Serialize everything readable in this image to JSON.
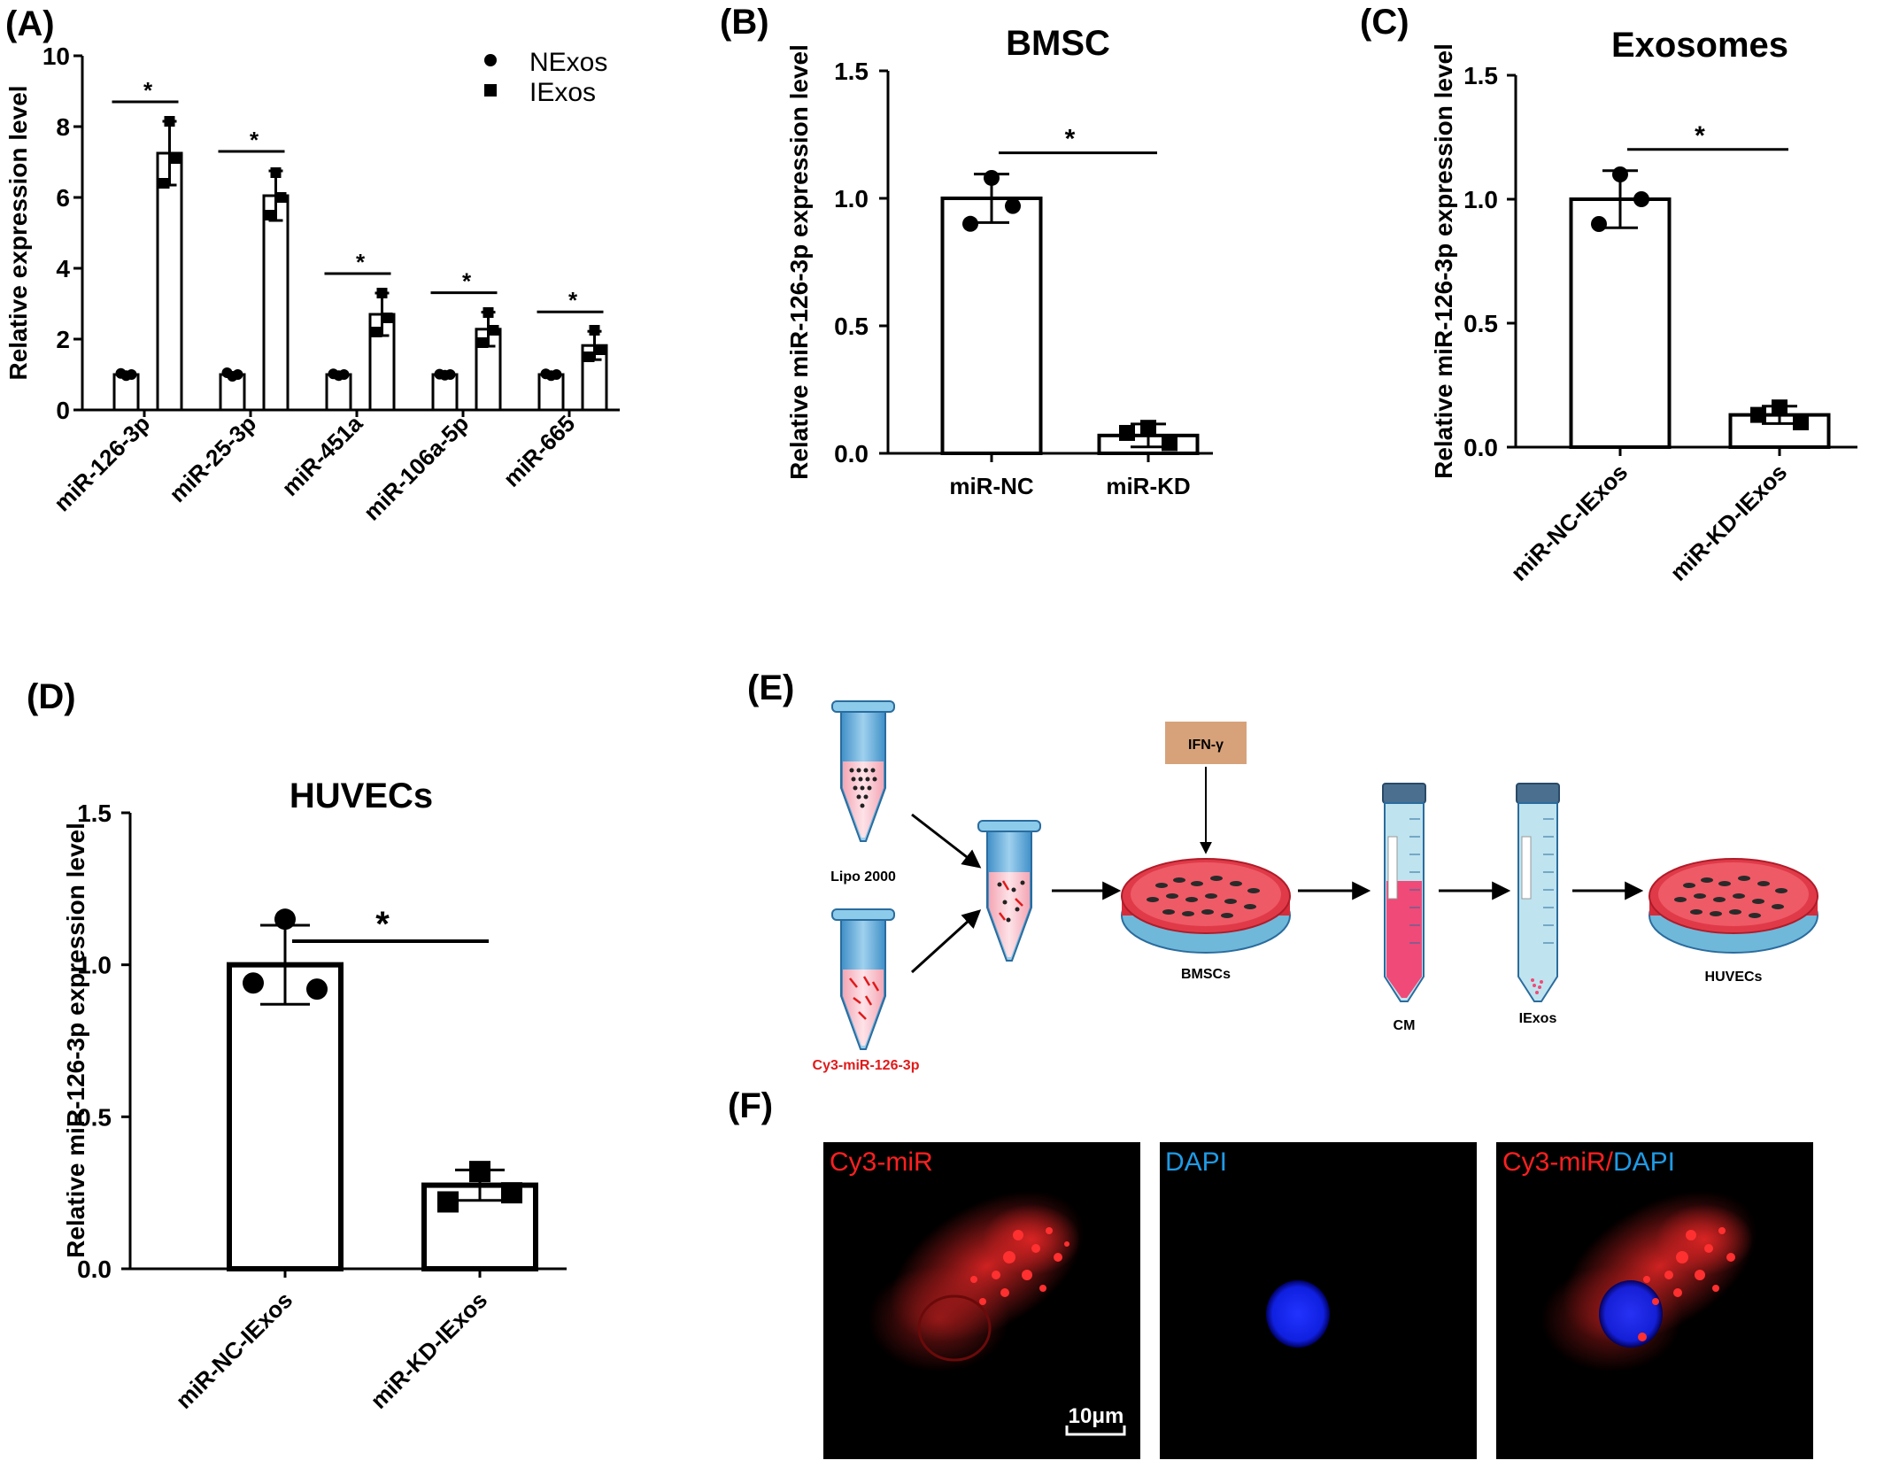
{
  "panels": {
    "A": "(A)",
    "B": "(B)",
    "C": "(C)",
    "D": "(D)",
    "E": "(E)",
    "F": "(F)"
  },
  "chart_data": [
    {
      "id": "A",
      "type": "bar",
      "title": "",
      "ylabel": "Relative expression level",
      "ylim": [
        0,
        10
      ],
      "yticks": [
        "0",
        "2",
        "4",
        "6",
        "8",
        "10"
      ],
      "categories": [
        "miR-126-3p",
        "miR-25-3p",
        "miR-451a",
        "miR-106a-5p",
        "miR-665"
      ],
      "series": [
        {
          "name": "NExos",
          "values": [
            1.0,
            1.0,
            1.0,
            1.0,
            1.0
          ],
          "sd": [
            0.05,
            0.05,
            0.05,
            0.05,
            0.05
          ],
          "points": [
            [
              0.97,
              1.0,
              1.03
            ],
            [
              0.95,
              1.0,
              1.05
            ],
            [
              0.97,
              1.0,
              1.02
            ],
            [
              0.98,
              1.0,
              1.01
            ],
            [
              0.97,
              1.0,
              1.02
            ]
          ]
        },
        {
          "name": "IExos",
          "values": [
            7.25,
            6.05,
            2.7,
            2.28,
            1.82
          ],
          "sd": [
            0.9,
            0.7,
            0.6,
            0.48,
            0.4
          ],
          "points": [
            [
              8.15,
              7.1,
              6.4
            ],
            [
              6.7,
              6.0,
              5.5
            ],
            [
              3.3,
              2.6,
              2.2
            ],
            [
              2.75,
              2.25,
              1.9
            ],
            [
              2.25,
              1.7,
              1.5
            ]
          ]
        }
      ],
      "significance": [
        "*",
        "*",
        "*",
        "*",
        "*"
      ],
      "legend": "top-right"
    },
    {
      "id": "B",
      "type": "bar",
      "title": "BMSC",
      "ylabel": "Relative miR-126-3p expression level",
      "ylim": [
        0,
        1.5
      ],
      "yticks": [
        "0.0",
        "0.5",
        "1.0",
        "1.5"
      ],
      "categories": [
        "miR-NC",
        "miR-KD"
      ],
      "values": [
        1.0,
        0.07
      ],
      "sd": [
        0.095,
        0.045
      ],
      "points": [
        [
          1.08,
          0.97,
          0.9
        ],
        [
          0.1,
          0.04,
          0.08
        ]
      ],
      "significance": "*"
    },
    {
      "id": "C",
      "type": "bar",
      "title": "Exosomes",
      "ylabel": "Relative miR-126-3p expression level",
      "ylim": [
        0,
        1.5
      ],
      "yticks": [
        "0.0",
        "0.5",
        "1.0",
        "1.5"
      ],
      "categories": [
        "miR-NC-IExos",
        "miR-KD-IExos"
      ],
      "values": [
        1.0,
        0.13
      ],
      "sd": [
        0.115,
        0.035
      ],
      "points": [
        [
          1.1,
          1.0,
          0.9
        ],
        [
          0.16,
          0.1,
          0.13
        ]
      ],
      "significance": "*"
    },
    {
      "id": "D",
      "type": "bar",
      "title": "HUVECs",
      "ylabel": "Relative miR-126-3p expression level",
      "ylim": [
        0,
        1.5
      ],
      "yticks": [
        "0.0",
        "0.5",
        "1.0",
        "1.5"
      ],
      "categories": [
        "miR-NC-IExos",
        "miR-KD-IExos"
      ],
      "values": [
        1.0,
        0.275
      ],
      "sd": [
        0.13,
        0.05
      ],
      "points": [
        [
          1.15,
          0.92,
          0.94
        ],
        [
          0.32,
          0.25,
          0.22
        ]
      ],
      "significance": "*"
    }
  ],
  "diagram": {
    "lipo": "Lipo 2000",
    "cy3": "Cy3-miR-126-3p",
    "ifn": "IFN-γ",
    "bmscs": "BMSCs",
    "cm": "CM",
    "iexos": "IExos",
    "huvecs": "HUVECs"
  },
  "micrographs": {
    "labels": [
      "Cy3-miR",
      "DAPI"
    ],
    "merge_a": "Cy3-miR/",
    "merge_b": "DAPI",
    "scale": "10μm",
    "red_color": "#ff2020",
    "blue_color": "#1e9be6"
  }
}
